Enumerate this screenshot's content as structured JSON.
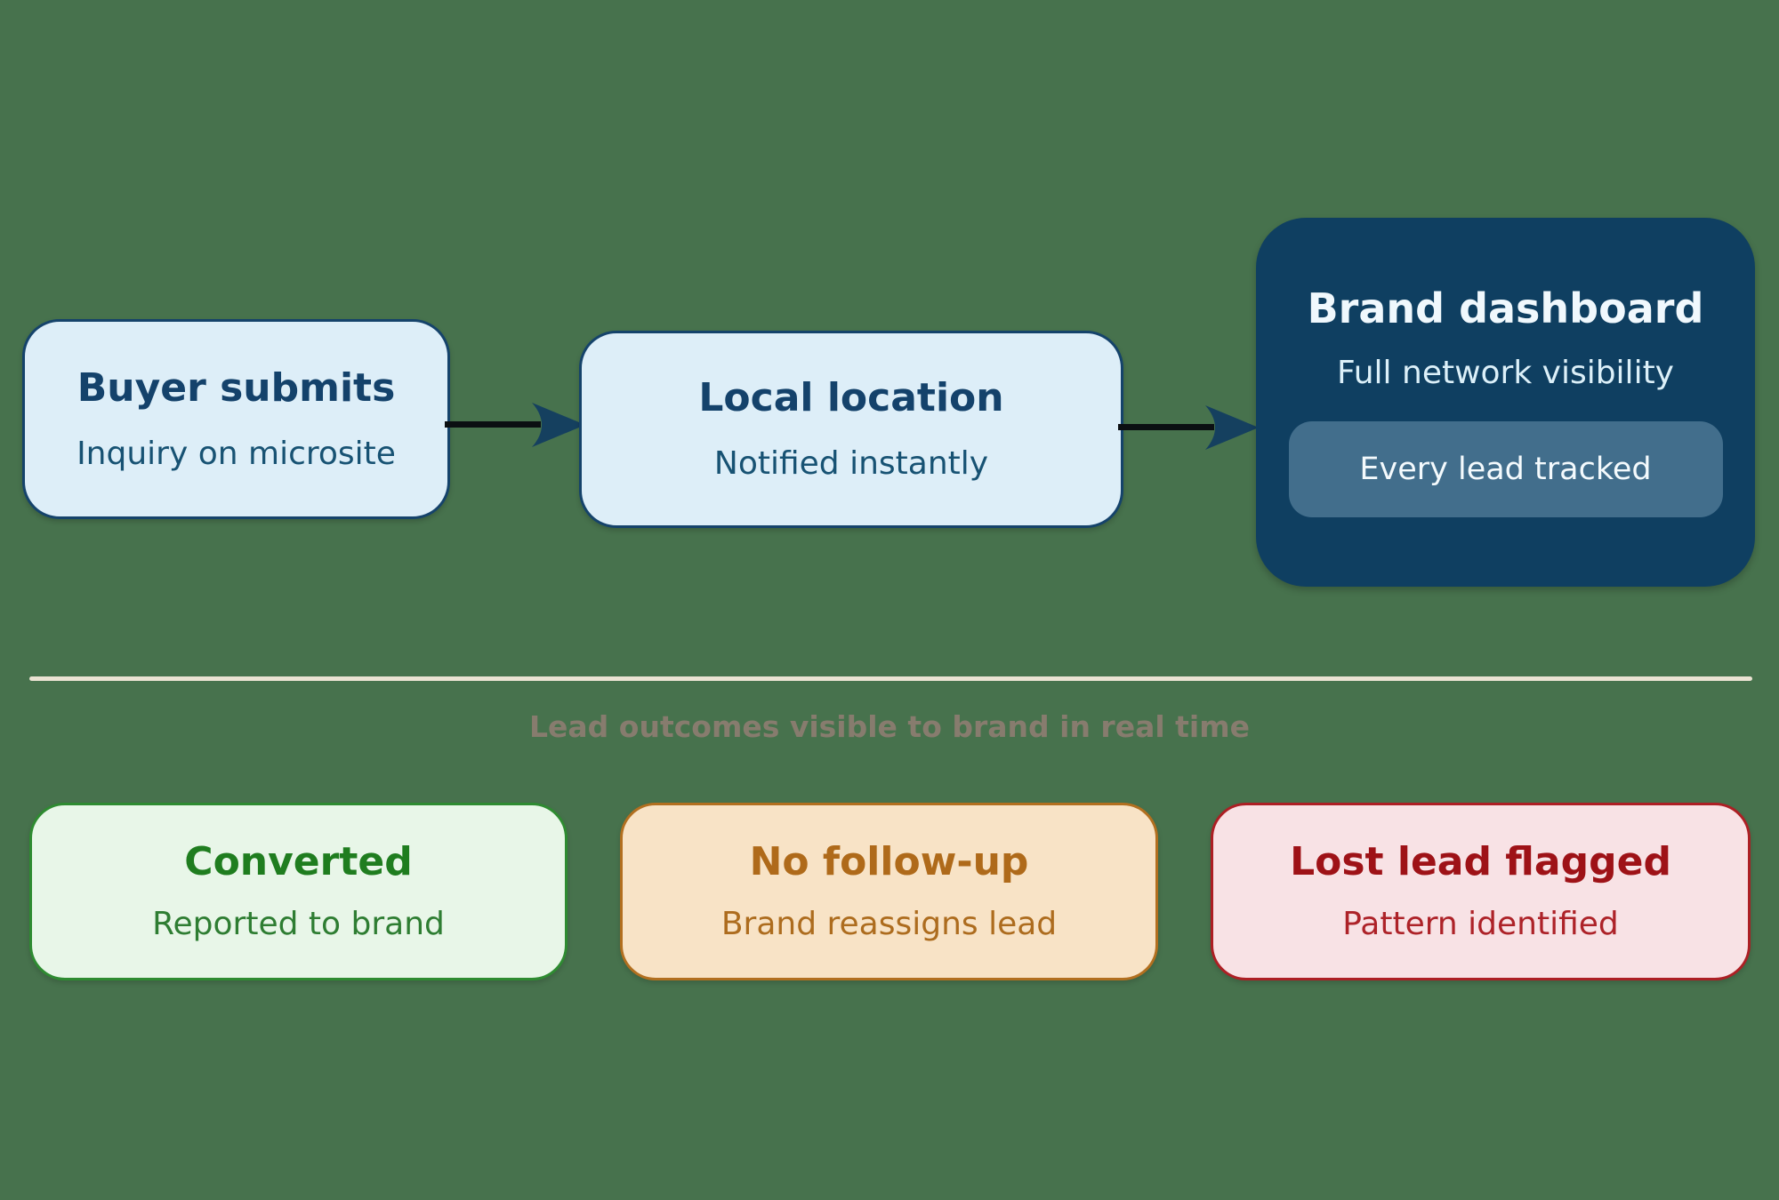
{
  "colors": {
    "background": "#47724d",
    "step-fill": "#ddeef8",
    "step-border": "#15436b",
    "step-title": "#14426b",
    "step-subtitle": "#175273",
    "dashboard-fill": "#0f3f61",
    "dashboard-title": "#f0f8fd",
    "dashboard-subtitle": "#dcf0f9",
    "badge-fill": "#426e8c",
    "badge-text": "#f4fafd",
    "arrow-shaft": "#0b0f12",
    "arrow-head": "#15405f",
    "divider": "#ebe3d3",
    "caption": "#877c6e",
    "converted-fill": "#e8f6e8",
    "converted-border": "#2e8b31",
    "converted-title": "#1f7d1f",
    "converted-subtitle": "#2e7d32",
    "nofollowup-fill": "#f8e3c6",
    "nofollowup-border": "#b26f1f",
    "nofollowup-title": "#af6a1a",
    "nofollowup-subtitle": "#ad6c1e",
    "lostlead-fill": "#f8e2e5",
    "lostlead-border": "#ad1f24",
    "lostlead-title": "#9e1217",
    "lostlead-subtitle": "#ad2228"
  },
  "flow": {
    "steps": [
      {
        "title": "Buyer submits",
        "subtitle": "Inquiry on microsite"
      },
      {
        "title": "Local location",
        "subtitle": "Notified instantly"
      }
    ],
    "dashboard": {
      "title": "Brand dashboard",
      "subtitle": "Full network visibility",
      "badge": "Every lead tracked"
    }
  },
  "section": {
    "caption": "Lead outcomes visible to brand in real time"
  },
  "outcomes": [
    {
      "title": "Converted",
      "subtitle": "Reported to brand"
    },
    {
      "title": "No follow-up",
      "subtitle": "Brand reassigns lead"
    },
    {
      "title": "Lost lead flagged",
      "subtitle": "Pattern identified"
    }
  ]
}
